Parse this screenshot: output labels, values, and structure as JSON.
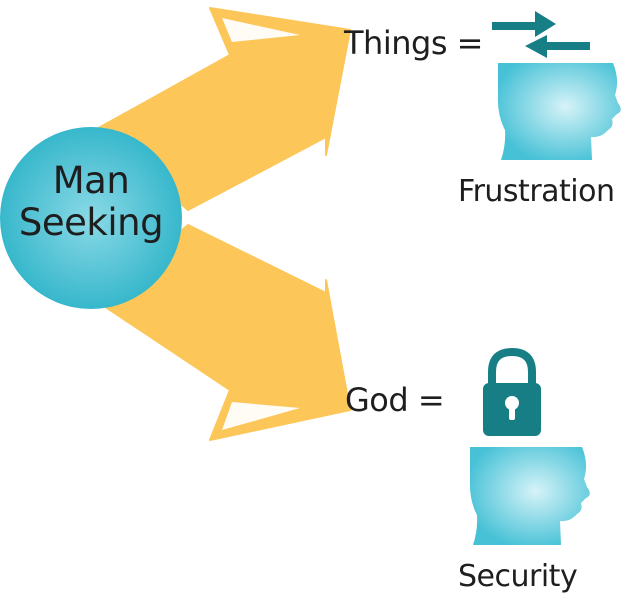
{
  "center": {
    "line1": "Man",
    "line2": "Seeking"
  },
  "top_branch": {
    "label": "Things =",
    "result": "Frustration",
    "icon": "swap-arrows-icon"
  },
  "bottom_branch": {
    "label": "God =",
    "result": "Security",
    "icon": "padlock-icon"
  },
  "colors": {
    "arrow": "#fdc659",
    "circle": "#4fc3d5",
    "head": "#6fd0e2",
    "icon_dark": "#177e86",
    "text": "#1e1e1e"
  }
}
